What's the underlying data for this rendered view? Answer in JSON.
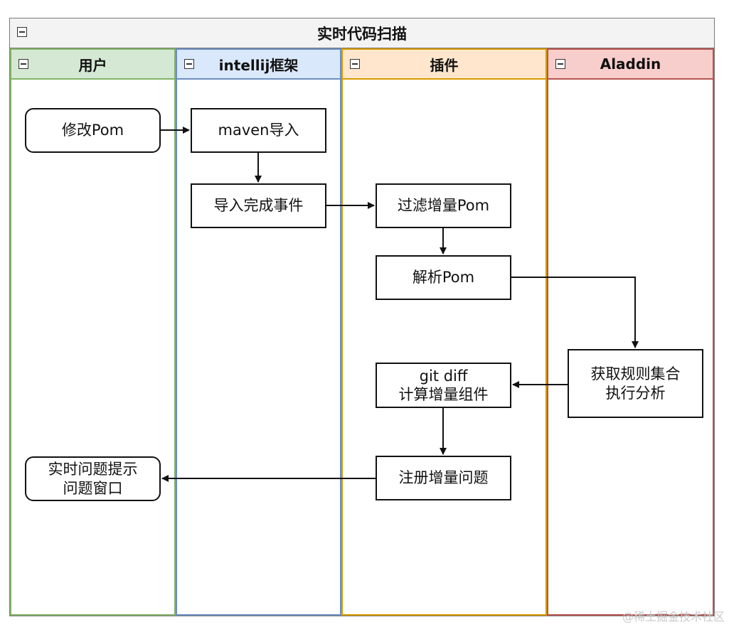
{
  "title": "实时代码扫描",
  "lanes": [
    {
      "label": "用户",
      "bg": "#d5e8d4",
      "border": "#82b366"
    },
    {
      "label": "intellij框架",
      "bg": "#dae8fc",
      "border": "#6c8ebf"
    },
    {
      "label": "插件",
      "bg": "#ffe6cc",
      "border": "#d79b00"
    },
    {
      "label": "Aladdin",
      "bg": "#f8cecc",
      "border": "#b85450"
    }
  ],
  "nodes": {
    "modify_pom": "修改Pom",
    "maven_import": "maven导入",
    "import_done": "导入完成事件",
    "filter_pom": "过滤增量Pom",
    "parse_pom": "解析Pom",
    "get_rules": "获取规则集合\n执行分析",
    "git_diff": "git diff\n计算增量组件",
    "register_issue": "注册增量问题",
    "realtime_window": "实时问题提示\n问题窗口"
  },
  "watermark": "@稀土掘金技术社区"
}
